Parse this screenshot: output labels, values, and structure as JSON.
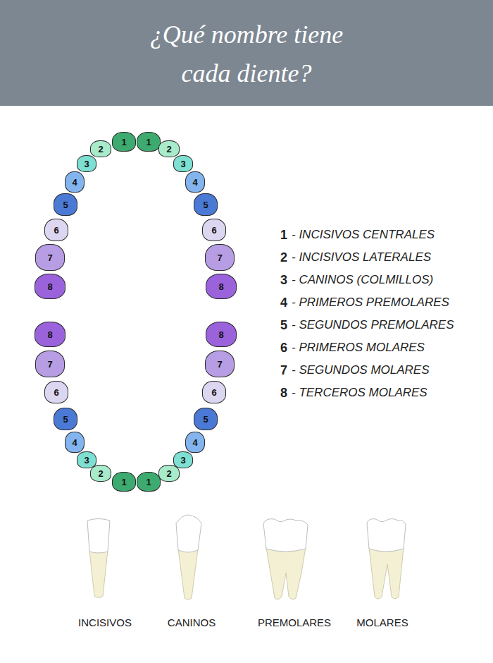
{
  "diagram": {
    "title": "¿Qué nombre tiene cada diente?",
    "nodes": [
      {
        "text": [
          "1"
        ]
      },
      {
        "text": [
          "1"
        ]
      },
      {
        "text": [
          "2"
        ]
      },
      {
        "text": [
          "2"
        ]
      },
      {
        "text": [
          "3"
        ]
      },
      {
        "text": [
          "3"
        ]
      },
      {
        "text": [
          "4"
        ]
      },
      {
        "text": [
          "4"
        ]
      },
      {
        "text": [
          "5"
        ]
      },
      {
        "text": [
          "5"
        ]
      },
      {
        "text": [
          "6"
        ]
      },
      {
        "text": [
          "6"
        ]
      },
      {
        "text": [
          "7"
        ]
      },
      {
        "text": [
          "7"
        ]
      },
      {
        "text": [
          "8"
        ]
      },
      {
        "text": [
          "8"
        ]
      },
      {
        "text": [
          "8"
        ]
      },
      {
        "text": [
          "8"
        ]
      },
      {
        "text": [
          "7"
        ]
      },
      {
        "text": [
          "7"
        ]
      },
      {
        "text": [
          "6"
        ]
      },
      {
        "text": [
          "6"
        ]
      },
      {
        "text": [
          "5"
        ]
      },
      {
        "text": [
          "5"
        ]
      },
      {
        "text": [
          "4"
        ]
      },
      {
        "text": [
          "4"
        ]
      },
      {
        "text": [
          "3"
        ]
      },
      {
        "text": [
          "3"
        ]
      },
      {
        "text": [
          "2"
        ]
      },
      {
        "text": [
          "2"
        ]
      },
      {
        "text": [
          "1"
        ]
      },
      {
        "text": [
          "1"
        ]
      }
    ],
    "labels": [
      "1",
      "- INCISIVOS CENTRALES",
      "2",
      "- INCISIVOS LATERALES",
      "3",
      "- CANINOS (COLMILLOS)",
      "4",
      "- PRIMEROS PREMOLARES",
      "5",
      "- SEGUNDOS PREMOLARES",
      "6",
      "- PRIMEROS MOLARES",
      "7",
      "- SEGUNDOS MOLARES",
      "8",
      "- TERCEROS MOLARES",
      "INCISIVOS",
      "CANINOS",
      "PREMOLARES",
      "MOLARES"
    ]
  }
}
